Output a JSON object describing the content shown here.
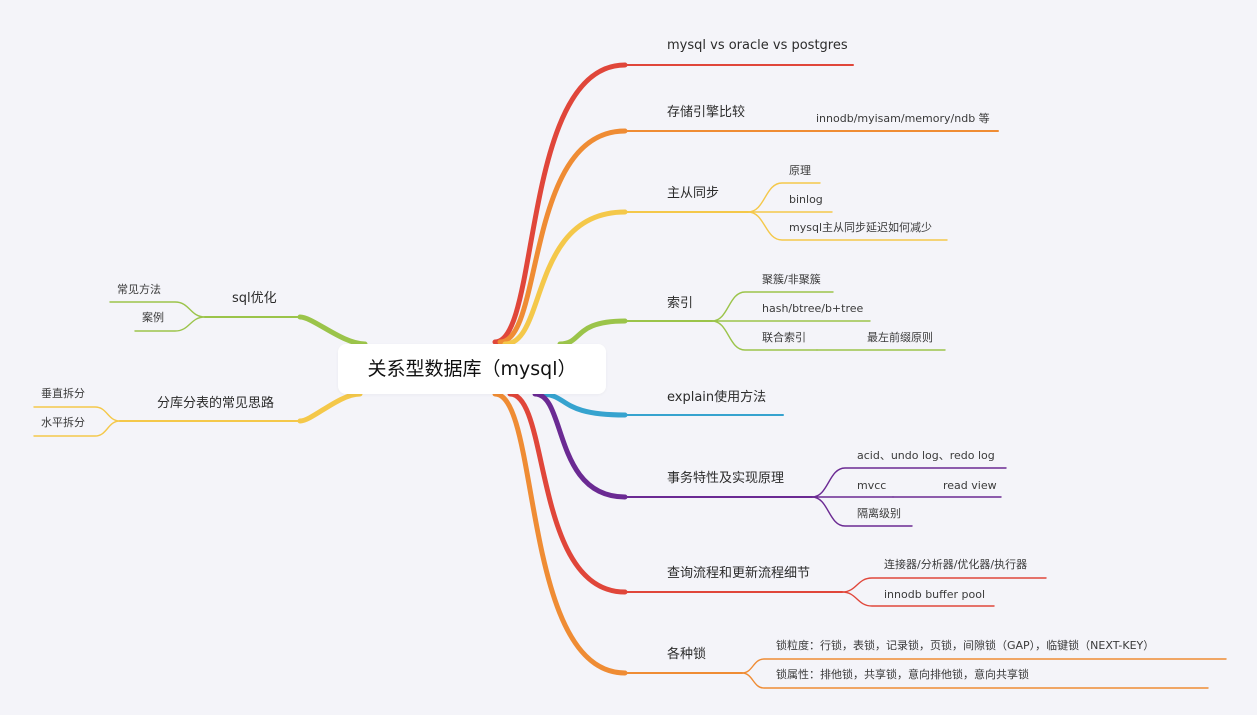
{
  "root": "关系型数据库（mysql）",
  "branches": {
    "mysql_vs": {
      "label": "mysql vs oracle vs postgres",
      "color": "#e0463a"
    },
    "storage": {
      "label": "存储引擎比较",
      "color": "#ef8c34",
      "children": [
        "innodb/myisam/memory/ndb 等"
      ]
    },
    "replication": {
      "label": "主从同步",
      "color": "#f4c84a",
      "children": [
        "原理",
        "binlog",
        "mysql主从同步延迟如何减少"
      ]
    },
    "index": {
      "label": "索引",
      "color": "#9bc44a",
      "children": [
        "聚簇/非聚簇",
        "hash/btree/b+tree",
        "联合索引"
      ],
      "grandchild": "最左前缀原则"
    },
    "explain": {
      "label": "explain使用方法",
      "color": "#36a3cf"
    },
    "transaction": {
      "label": "事务特性及实现原理",
      "color": "#6b2a93",
      "children": [
        "acid、undo log、redo log",
        "mvcc",
        "隔离级别"
      ],
      "grandchild": "read view"
    },
    "query_flow": {
      "label": "查询流程和更新流程细节",
      "color": "#e0463a",
      "children": [
        "连接器/分析器/优化器/执行器",
        "innodb buffer pool"
      ]
    },
    "locks": {
      "label": "各种锁",
      "color": "#ef8c34",
      "children": [
        "锁粒度：行锁，表锁，记录锁，页锁，间隙锁（GAP），临键锁（NEXT-KEY）",
        "锁属性：排他锁，共享锁，意向排他锁，意向共享锁"
      ]
    },
    "sql_opt": {
      "label": "sql优化",
      "color": "#9bc44a",
      "children": [
        "常见方法",
        "案例"
      ]
    },
    "sharding": {
      "label": "分库分表的常见思路",
      "color": "#f4c84a",
      "children": [
        "垂直拆分",
        "水平拆分"
      ]
    }
  }
}
